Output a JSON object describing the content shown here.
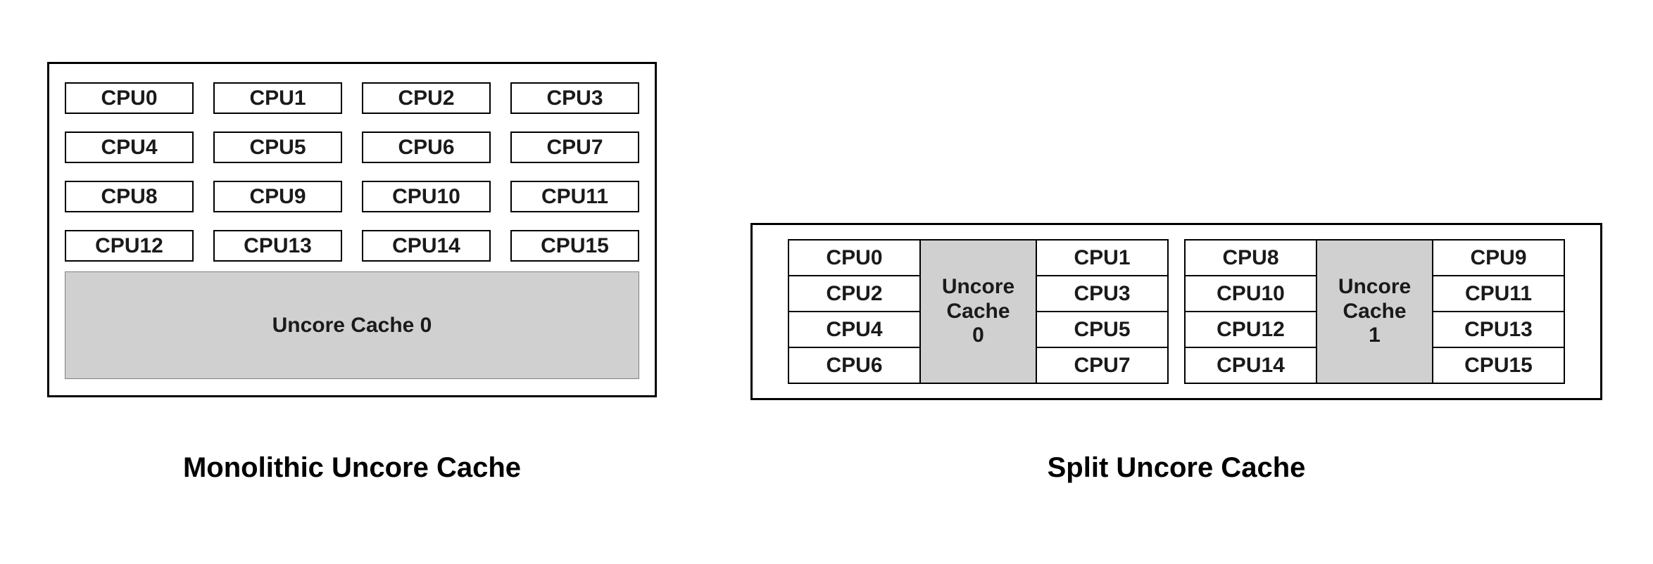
{
  "colors": {
    "border": "#000000",
    "cache_fill": "#d0d0d0",
    "text": "#1a1a1a"
  },
  "monolithic": {
    "caption": "Monolithic Uncore Cache",
    "cpu_rows": [
      [
        "CPU0",
        "CPU1",
        "CPU2",
        "CPU3"
      ],
      [
        "CPU4",
        "CPU5",
        "CPU6",
        "CPU7"
      ],
      [
        "CPU8",
        "CPU9",
        "CPU10",
        "CPU11"
      ],
      [
        "CPU12",
        "CPU13",
        "CPU14",
        "CPU15"
      ]
    ],
    "cache_label": "Uncore Cache 0"
  },
  "split": {
    "caption": "Split Uncore Cache",
    "clusters": [
      {
        "left_cpus": [
          "CPU0",
          "CPU2",
          "CPU4",
          "CPU6"
        ],
        "cache_label": "Uncore\nCache\n0",
        "right_cpus": [
          "CPU1",
          "CPU3",
          "CPU5",
          "CPU7"
        ]
      },
      {
        "left_cpus": [
          "CPU8",
          "CPU10",
          "CPU12",
          "CPU14"
        ],
        "cache_label": "Uncore\nCache\n1",
        "right_cpus": [
          "CPU9",
          "CPU11",
          "CPU13",
          "CPU15"
        ]
      }
    ]
  }
}
